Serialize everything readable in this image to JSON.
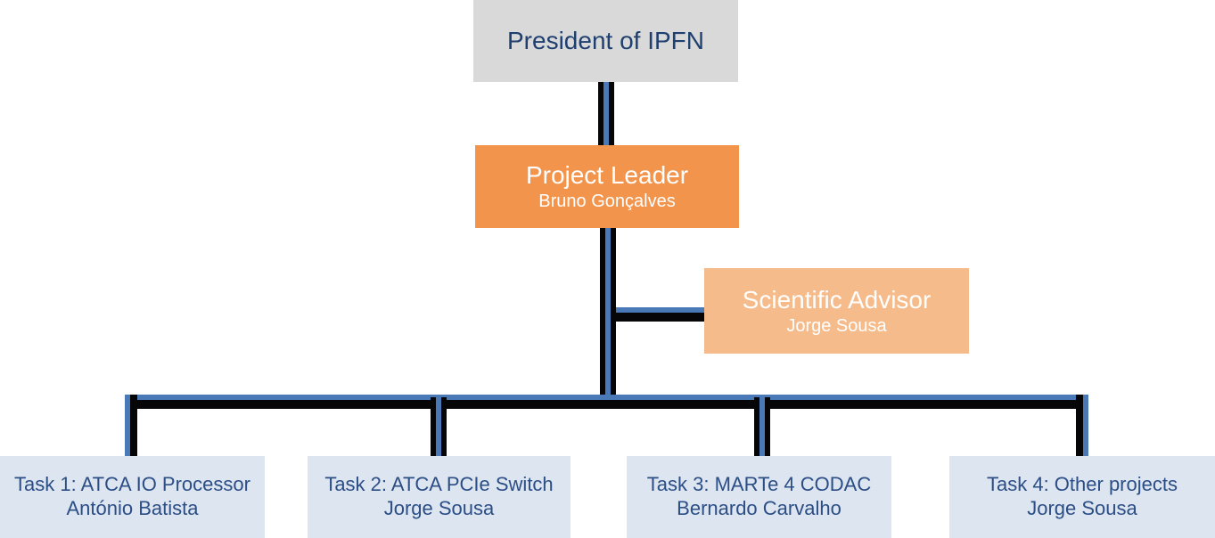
{
  "nodes": {
    "president": {
      "title": "President of IPFN"
    },
    "project_leader": {
      "title": "Project Leader",
      "person": "Bruno Gonçalves"
    },
    "scientific_advisor": {
      "title": "Scientific Advisor",
      "person": "Jorge Sousa"
    },
    "task1": {
      "title": "Task 1: ATCA IO Processor",
      "person": "António Batista"
    },
    "task2": {
      "title": "Task 2: ATCA PCIe Switch",
      "person": "Jorge Sousa"
    },
    "task3": {
      "title": "Task 3: MARTe 4 CODAC",
      "person": "Bernardo Carvalho"
    },
    "task4": {
      "title": "Task 4: Other projects",
      "person": "Jorge Sousa"
    }
  },
  "edges": [
    {
      "from": "president",
      "to": "project_leader"
    },
    {
      "from": "project_leader",
      "to": "scientific_advisor"
    },
    {
      "from": "project_leader",
      "to": "task1"
    },
    {
      "from": "project_leader",
      "to": "task2"
    },
    {
      "from": "project_leader",
      "to": "task3"
    },
    {
      "from": "project_leader",
      "to": "task4"
    }
  ],
  "colors": {
    "gray": "#d9d9d9",
    "orange": "#f2944c",
    "orange-light": "#f6bb8b",
    "blue-light": "#dde5f1",
    "navy": "#1f3f70",
    "navy-task": "#2b4e85",
    "line-blue": "#4a79b7",
    "line-dark": "#060609"
  }
}
